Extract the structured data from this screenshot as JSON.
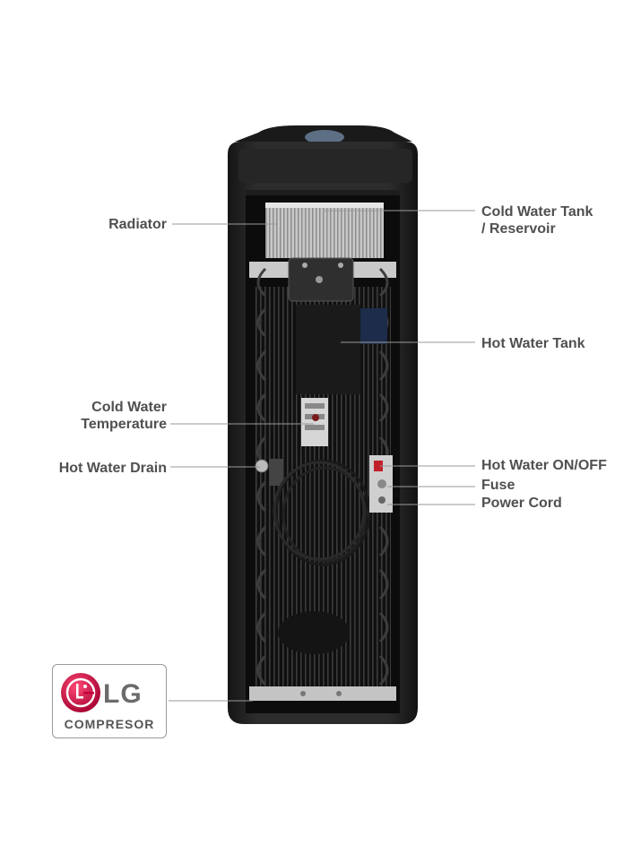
{
  "labels": {
    "radiator": "Radiator",
    "cold_water_tank_line1": "Cold Water Tank",
    "cold_water_tank_line2": "/ Reservoir",
    "hot_water_tank": "Hot Water Tank",
    "cold_water_temperature_line1": "Cold Water",
    "cold_water_temperature_line2": "Temperature",
    "hot_water_drain": "Hot Water Drain",
    "hot_water_on_off": "Hot Water ON/OFF",
    "fuse": "Fuse",
    "power_cord": "Power Cord"
  },
  "badge": {
    "brand": "LG",
    "caption": "COMPRESOR",
    "logo_color": "#c5003e"
  },
  "colors": {
    "cabinet": "#1e1e1e",
    "coil": "#2a2a2a",
    "leader_line": "#9a9a9a",
    "label_text": "#505050"
  }
}
